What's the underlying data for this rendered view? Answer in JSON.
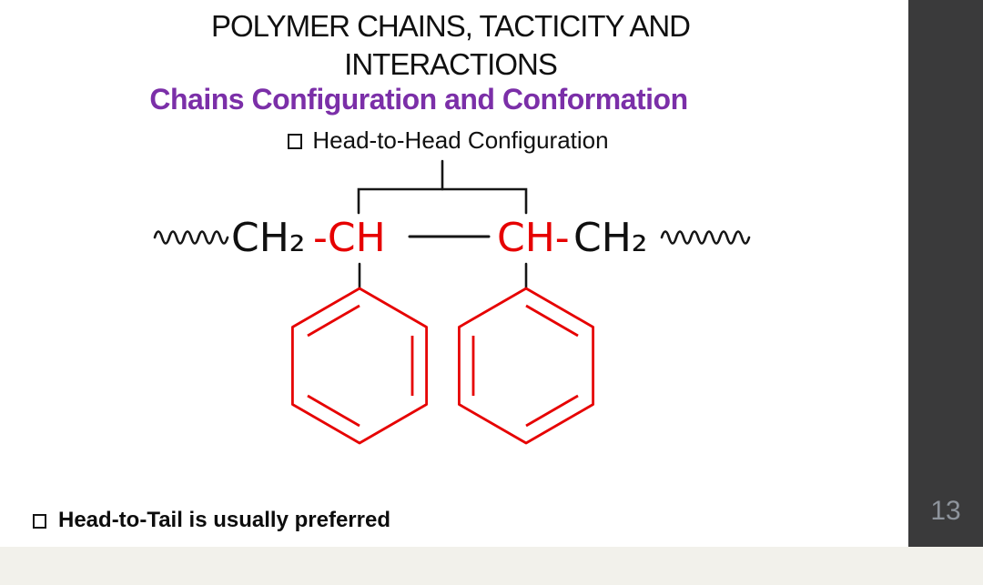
{
  "slide": {
    "title_line1": "POLYMER CHAINS, TACTICITY AND",
    "title_line2": "INTERACTIONS",
    "subtitle": "Chains Configuration and Conformation",
    "head_to_head_label": "Head-to-Head Configuration",
    "head_to_tail_note": "Head-to-Tail is usually preferred",
    "page_number": "13"
  },
  "structure": {
    "left_chain_black": "CH₂",
    "left_chain_red": "-CH",
    "right_chain_red": "CH-",
    "right_chain_black": "CH₂"
  },
  "icons": {
    "bullet": "open-square-bullet-icon",
    "chain_ends": "polymer-continuation-squiggle-icon",
    "rings": "benzene-ring"
  },
  "colors": {
    "title_text": "#101010",
    "accent_purple": "#7b2fa8",
    "structure_red": "#e60000",
    "sidebar_background": "#3a3a3b",
    "page_number_text": "#8e949c",
    "bottom_strip": "#f2f1eb"
  }
}
